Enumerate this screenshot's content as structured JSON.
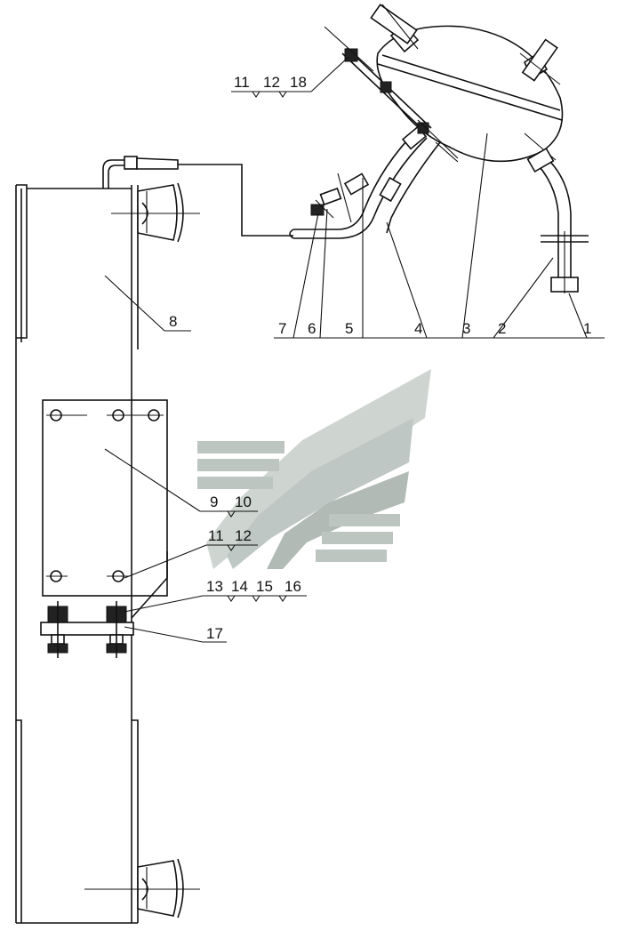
{
  "diagram": {
    "callouts": {
      "c1": "1",
      "c2": "2",
      "c3": "3",
      "c4": "4",
      "c5": "5",
      "c6": "6",
      "c7": "7",
      "c8": "8",
      "c11a": "11",
      "c12a": "12",
      "c18": "18",
      "c9": "9",
      "c10": "10",
      "c11b": "11",
      "c12b": "12",
      "c13": "13",
      "c14": "14",
      "c15": "15",
      "c16": "16",
      "c17": "17"
    },
    "watermark": {
      "colors": [
        "#c8d0cc",
        "#b9c2be",
        "#aab4af"
      ]
    },
    "colors": {
      "line": "#111111",
      "background": "#ffffff"
    }
  }
}
